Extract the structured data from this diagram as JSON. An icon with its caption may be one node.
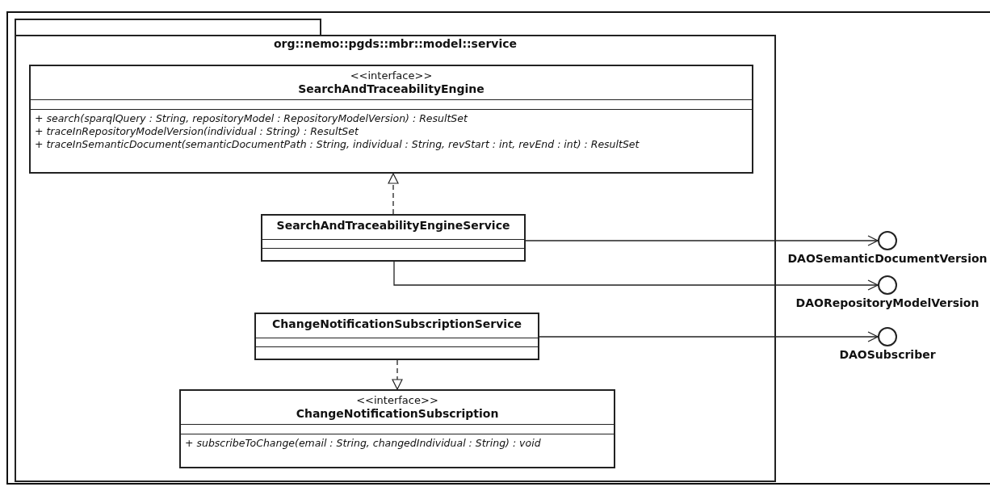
{
  "diagram": {
    "nodes": [
      {
        "text": [
          "org::nemo::pgds::mbr::model::service"
        ]
      },
      {
        "in": 0,
        "text": [
          "<<interface>>",
          "SearchAndTraceabilityEngine",
          "+ *search(sparqlQuery : String, repositoryModel : RepositoryModelVersion) : ResultSet*",
          "+ *traceInRepositoryModelVersion(individual : String) : ResultSet*",
          "+ *traceInSemanticDocument(semanticDocumentPath : String, individual : String, revStart : int, revEnd : int) : ResultSet*"
        ]
      },
      {
        "in": 0,
        "text": [
          "SearchAndTraceabilityEngineService"
        ]
      },
      {
        "in": 0,
        "text": [
          "ChangeNotificationSubscriptionService"
        ]
      },
      {
        "in": 0,
        "text": [
          "<<interface>>",
          "ChangeNotificationSubscription",
          "+ *subscribeToChange(email : String, changedIndividual : String) : void*"
        ]
      },
      {
        "text": [
          "DAOSemanticDocumentVersion"
        ]
      },
      {
        "text": [
          "DAORepositoryModelVersion"
        ]
      },
      {
        "text": [
          "DAOSubscriber"
        ]
      }
    ],
    "edges": [
      {
        "from": 2,
        "to": 1,
        "arrow": "to",
        "style": "dashed"
      },
      {
        "from": 3,
        "to": 4,
        "arrow": "to",
        "style": "dashed"
      },
      {
        "from": 2,
        "to": 5,
        "arrow": "to"
      },
      {
        "from": 2,
        "to": 6,
        "arrow": "to"
      },
      {
        "from": 3,
        "to": 7,
        "arrow": "to"
      }
    ]
  }
}
